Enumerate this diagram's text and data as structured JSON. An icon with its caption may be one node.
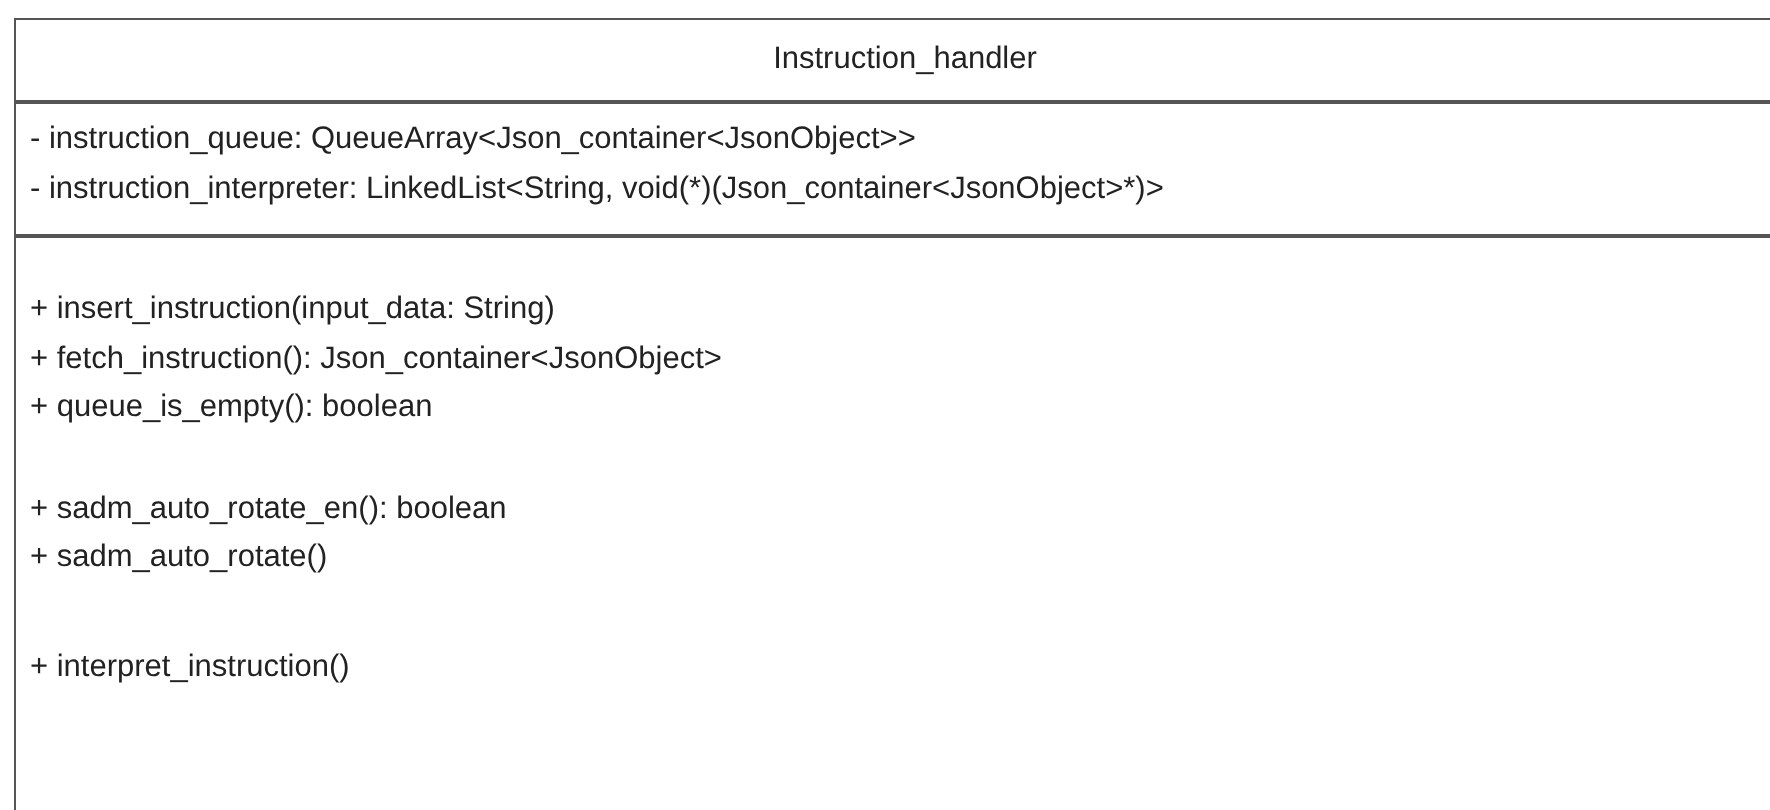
{
  "diagram": {
    "nodes": [
      {
        "text": [
          "Instruction_handler"
        ]
      },
      {
        "text": [
          "- instruction_queue: QueueArray<Json_container<JsonObject>>",
          "- instruction_interpreter: LinkedList<String, void(*)(Json_container<JsonObject>*)>"
        ],
        "in": 0
      },
      {
        "text": [
          "+ insert_instruction(input_data: String)",
          "+ fetch_instruction(): Json_container<JsonObject>",
          "+ queue_is_empty(): boolean",
          "+ sadm_auto_rotate_en(): boolean",
          "+ sadm_auto_rotate()",
          "+ interpret_instruction()"
        ],
        "in": 0
      }
    ]
  }
}
